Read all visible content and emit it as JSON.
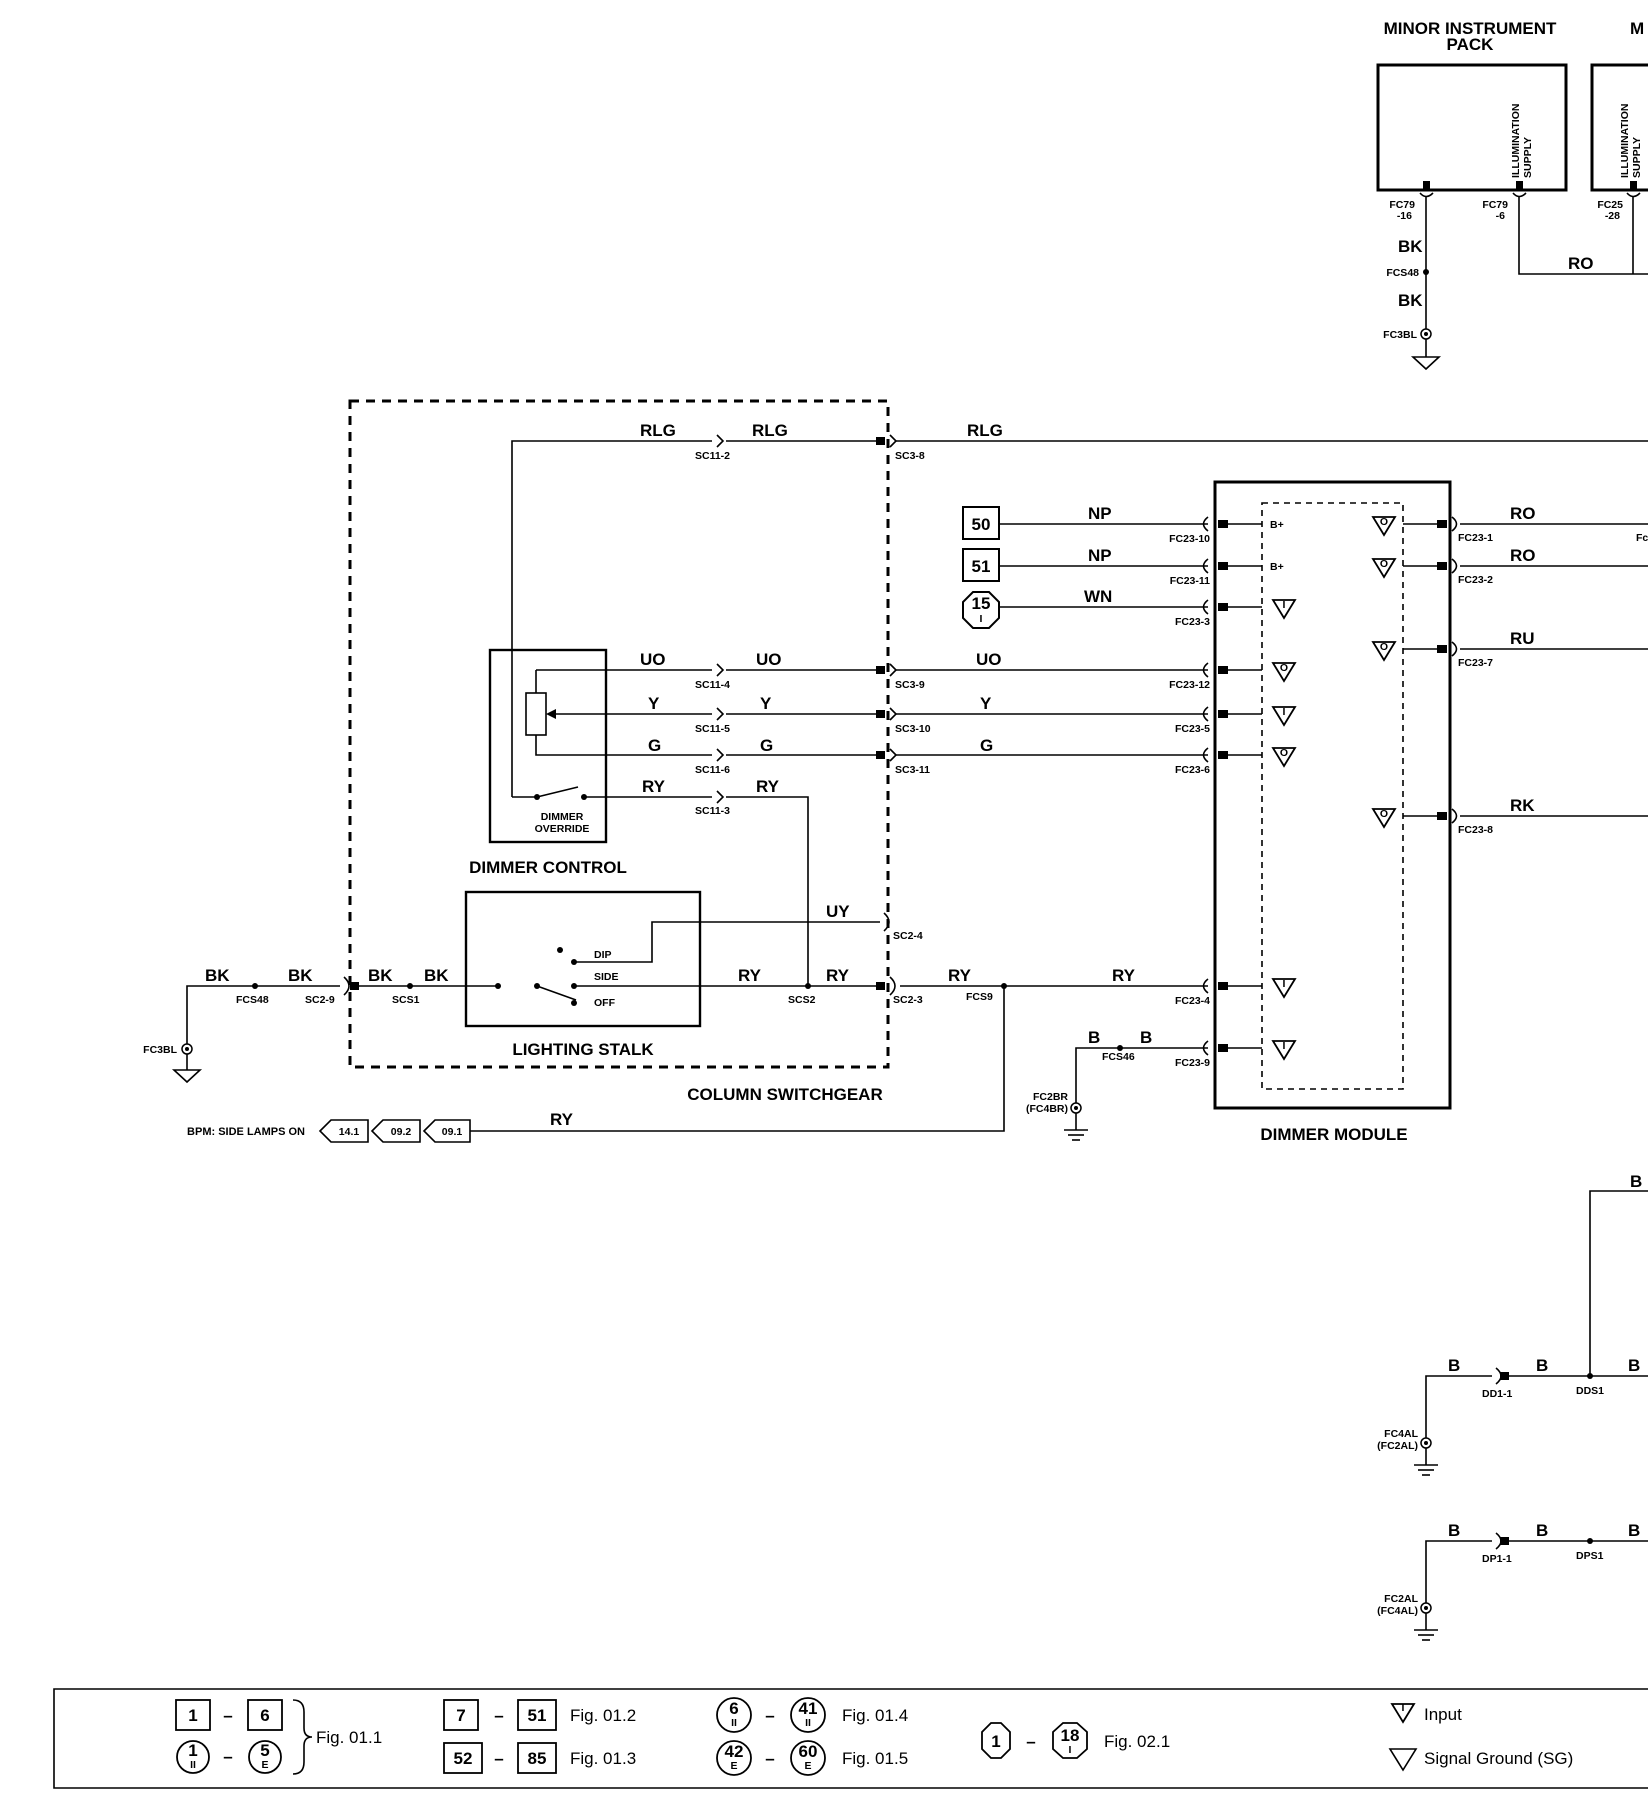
{
  "components": {
    "minor_instrument_pack": "MINOR INSTRUMENT PACK",
    "minor_pack_line1": "MINOR INSTRUMENT",
    "minor_pack_line2": "PACK",
    "second_pack_clipped": "M",
    "illumination_supply_1": "ILLUMINATION",
    "illumination_supply_2": "SUPPLY",
    "dimmer_control": "DIMMER CONTROL",
    "dimmer_override_1": "DIMMER",
    "dimmer_override_2": "OVERRIDE",
    "lighting_stalk": "LIGHTING STALK",
    "column_switchgear": "COLUMN SWITCHGEAR",
    "dimmer_module": "DIMMER MODULE",
    "stalk_positions": [
      "DIP",
      "SIDE",
      "OFF"
    ],
    "bpm_label": "BPM: SIDE LAMPS ON"
  },
  "wire_colors": {
    "BK": "BK",
    "RO": "RO",
    "RLG": "RLG",
    "NP": "NP",
    "WN": "WN",
    "UO": "UO",
    "Y": "Y",
    "G": "G",
    "RY": "RY",
    "RU": "RU",
    "RK": "RK",
    "UY": "UY",
    "B": "B"
  },
  "connectors": {
    "FC79_16a": "FC79",
    "FC79_16b": "-16",
    "FC79_6a": "FC79",
    "FC79_6b": "-6",
    "FC25_28a": "FC25",
    "FC25_28b": "-28",
    "FCS48": "FCS48",
    "FC3BL": "FC3BL",
    "SC11_2": "SC11-2",
    "SC3_8": "SC3-8",
    "SC11_4": "SC11-4",
    "SC11_5": "SC11-5",
    "SC11_6": "SC11-6",
    "SC11_3": "SC11-3",
    "SC3_9": "SC3-9",
    "SC3_10": "SC3-10",
    "SC3_11": "SC3-11",
    "SC2_4": "SC2-4",
    "SC2_3": "SC2-3",
    "SC2_9": "SC2-9",
    "SCS1": "SCS1",
    "SCS2": "SCS2",
    "FCS9": "FCS9",
    "FCS46": "FCS46",
    "FC2BR": "FC2BR",
    "FC4BR_paren": "(FC4BR)",
    "FC23_10": "FC23-10",
    "FC23_11": "FC23-11",
    "FC23_3": "FC23-3",
    "FC23_12": "FC23-12",
    "FC23_5": "FC23-5",
    "FC23_6": "FC23-6",
    "FC23_4": "FC23-4",
    "FC23_9": "FC23-9",
    "FC23_1": "FC23-1",
    "FC23_2": "FC23-2",
    "FC23_7": "FC23-7",
    "FC23_8": "FC23-8",
    "Fc_clipped": "Fc",
    "B_plus": "B+",
    "DD1_1": "DD1-1",
    "DDS1": "DDS1",
    "FC4AL": "FC4AL",
    "FC2AL_paren": "(FC2AL)",
    "DP1_1": "DP1-1",
    "DPS1": "DPS1",
    "FC2AL": "FC2AL",
    "FC4AL_paren": "(FC4AL)"
  },
  "refs": {
    "box_50": "50",
    "box_51": "51",
    "circle_15": "15",
    "circle_15_sub": "I",
    "bpm_refs": [
      "14.1",
      "09.2",
      "09.1"
    ]
  },
  "legend": {
    "box_1": "1",
    "box_6": "6",
    "circle_1": "1",
    "circle_1_sub": "II",
    "circle_5": "5",
    "circle_5_sub": "E",
    "fig_011": "Fig. 01.1",
    "box_7": "7",
    "box_51": "51",
    "fig_012": "Fig. 01.2",
    "box_52": "52",
    "box_85": "85",
    "fig_013": "Fig. 01.3",
    "circle_6": "6",
    "circle_6_sub": "II",
    "circle_41": "41",
    "circle_41_sub": "II",
    "fig_014": "Fig. 01.4",
    "circle_42": "42",
    "circle_42_sub": "E",
    "circle_60": "60",
    "circle_60_sub": "E",
    "fig_015": "Fig. 01.5",
    "oct_1": "1",
    "oct_18": "18",
    "oct_18_sub": "I",
    "fig_021": "Fig. 02.1",
    "dash": "–",
    "input": "Input",
    "signal_ground": "Signal Ground (SG)",
    "tri_input": "I"
  },
  "module_symbols": {
    "output": "O",
    "input": "I"
  }
}
